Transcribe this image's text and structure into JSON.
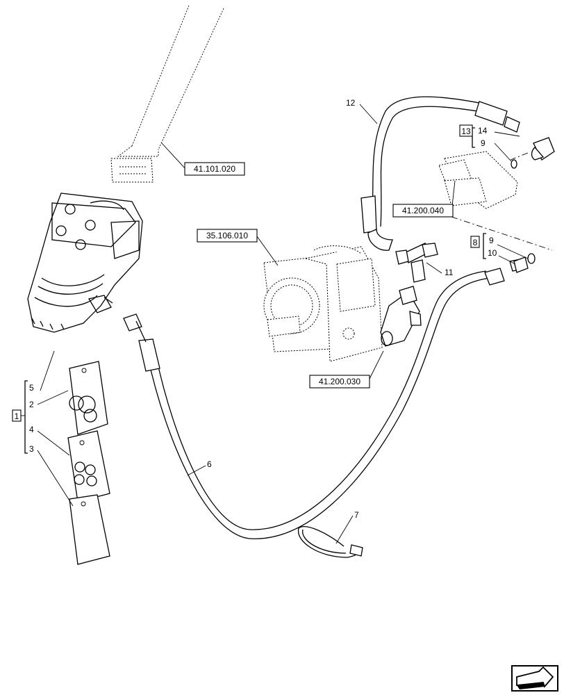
{
  "references": {
    "ref_41_101_020": "41.101.020",
    "ref_41_200_040": "41.200.040",
    "ref_35_106_010": "35.106.010",
    "ref_41_200_030": "41.200.030"
  },
  "callouts": {
    "c1": "1",
    "c2": "2",
    "c3": "3",
    "c4": "4",
    "c5": "5",
    "c6": "6",
    "c7": "7",
    "c8": "8",
    "c9a": "9",
    "c9b": "9",
    "c10": "10",
    "c11": "11",
    "c12": "12",
    "c13": "13",
    "c14": "14"
  },
  "icons": {
    "nav": "next-page-arrow-icon"
  }
}
